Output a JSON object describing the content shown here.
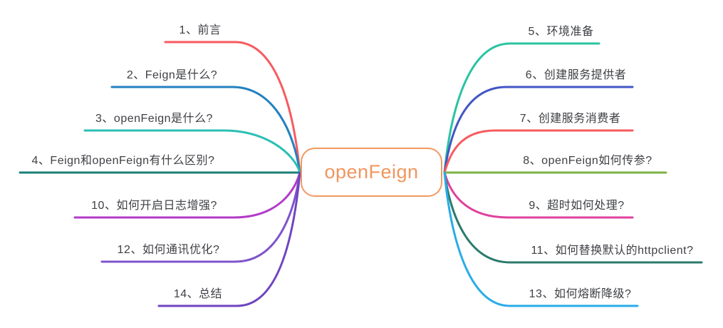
{
  "canvas": {
    "background_color": "#ffffff",
    "text_color": "#3f4045"
  },
  "center": {
    "label": "openFeign",
    "border_color": "#f09a60",
    "text_color": "#f0965e",
    "fill_color": "#ffffff"
  },
  "topics": {
    "left": [
      {
        "label": "1、前言",
        "color": "#f75a5f"
      },
      {
        "label": "2、Feign是什么?",
        "color": "#2381bf"
      },
      {
        "label": "3、openFeign是什么?",
        "color": "#29bfb4"
      },
      {
        "label": "4、Feign和openFeign有什么区别?",
        "color": "#1b8076"
      },
      {
        "label": "10、如何开启日志增强?",
        "color": "#b33bc8"
      },
      {
        "label": "12、如何通讯优化?",
        "color": "#7e54cd"
      },
      {
        "label": "14、总结",
        "color": "#6f44c0"
      }
    ],
    "right": [
      {
        "label": "5、环境准备",
        "color": "#2ac3a2"
      },
      {
        "label": "6、创建服务提供者",
        "color": "#4356c5"
      },
      {
        "label": "7、创建服务消费者",
        "color": "#f75a5f"
      },
      {
        "label": "8、openFeign如何传参?",
        "color": "#7cb342"
      },
      {
        "label": "9、超时如何处理?",
        "color": "#df419c"
      },
      {
        "label": "11、如何替换默认的httpclient?",
        "color": "#2b7a6b"
      },
      {
        "label": "13、如何熔断降级?",
        "color": "#29ace8"
      }
    ]
  }
}
